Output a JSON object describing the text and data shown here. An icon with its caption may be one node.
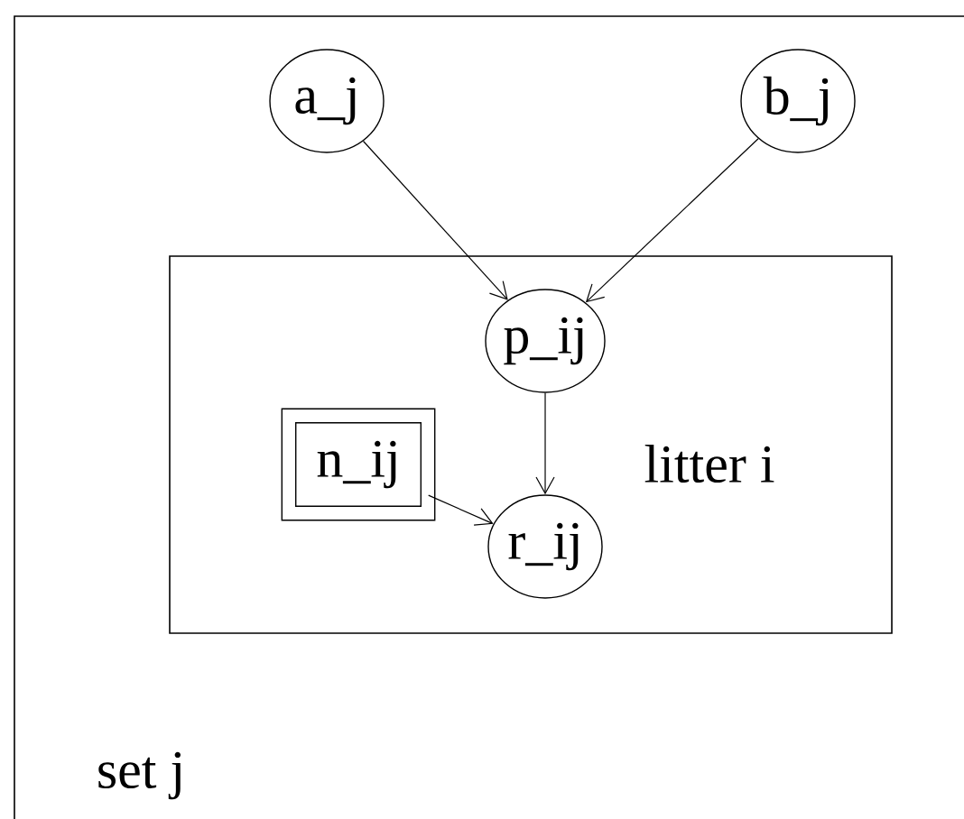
{
  "diagram": {
    "nodes": [
      {
        "text": [
          "set j"
        ]
      },
      {
        "text": [
          "a_j"
        ],
        "in": 0
      },
      {
        "text": [
          "b_j"
        ],
        "in": 0
      },
      {
        "text": [
          "litter i"
        ],
        "in": 0
      },
      {
        "text": [
          "p_ij"
        ],
        "in": 3
      },
      {
        "text": [
          "n_ij"
        ],
        "in": 3
      },
      {
        "text": [
          "r_ij"
        ],
        "in": 3
      }
    ],
    "edges": [
      {
        "from": 1,
        "to": 4,
        "arrow": "to"
      },
      {
        "from": 2,
        "to": 4,
        "arrow": "to"
      },
      {
        "from": 4,
        "to": 6,
        "arrow": "to"
      },
      {
        "from": 5,
        "to": 6,
        "arrow": "to"
      }
    ]
  }
}
